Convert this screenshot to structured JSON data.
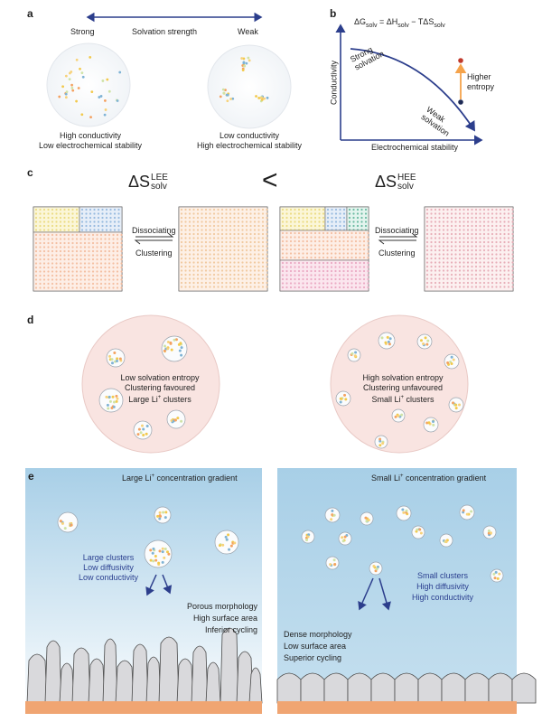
{
  "panel_a": {
    "letter": "a",
    "left_label": "Strong",
    "axis_label": "Solvation strength",
    "right_label": "Weak",
    "left_caption_1": "High conductivity",
    "left_caption_2": "Low electrochemical stability",
    "right_caption_1": "Low conductivity",
    "right_caption_2": "High electrochemical stability"
  },
  "panel_b": {
    "letter": "b",
    "equation_lhs": "ΔG",
    "equation_lhs_sub": "solv",
    "equation_mid": " = ΔH",
    "equation_mid_sub": "solv",
    "equation_rhs": "− TΔS",
    "equation_rhs_sub": "solv",
    "y_axis": "Conductivity",
    "x_axis": "Electrochemical stability",
    "strong_1": "Strong",
    "strong_2": "solvation",
    "weak_1": "Weak",
    "weak_2": "solvation",
    "entropy_1": "Higher",
    "entropy_2": "entropy"
  },
  "panel_c": {
    "letter": "c",
    "lee_main": "ΔS",
    "lee_sup": "LEE",
    "lee_sub": "solv",
    "comparator": "<",
    "hee_main": "ΔS",
    "hee_sup": "HEE",
    "hee_sub": "solv",
    "dissociating_left": "Dissociating",
    "clustering_left": "Clustering",
    "dissociating_right": "Dissociating",
    "clustering_right": "Clustering"
  },
  "panel_d": {
    "letter": "d",
    "left_1": "Low solvation entropy",
    "left_2": "Clustering favoured",
    "left_3": "Large Li",
    "left_3_sup": "+",
    "left_3_end": " clusters",
    "right_1": "High solvation entropy",
    "right_2": "Clustering unfavoured",
    "right_3": "Small Li",
    "right_3_sup": "+",
    "right_3_end": " clusters"
  },
  "panel_e": {
    "letter": "e",
    "left_title": "Large Li",
    "left_title_sup": "+",
    "left_title_end": " concentration gradient",
    "right_title": "Small Li",
    "right_title_sup": "+",
    "right_title_end": " concentration gradient",
    "left_blue_1": "Large clusters",
    "left_blue_2": "Low diffusivity",
    "left_blue_3": "Low conductivity",
    "left_black_1": "Porous morphology",
    "left_black_2": "High surface area",
    "left_black_3": "Inferior cycling",
    "right_blue_1": "Small clusters",
    "right_blue_2": "High diffusivity",
    "right_blue_3": "High conductivity",
    "right_black_1": "Dense morphology",
    "right_black_2": "Low surface area",
    "right_black_3": "Superior cycling"
  },
  "colors": {
    "arrow_blue": "#2c3e8c",
    "circle_fill": "#f9e3e0",
    "sky_top": "#a9cfe6",
    "electrode": "#f0a572",
    "dendrite": "#d9d9db",
    "orange_arrow": "#f5a34b"
  }
}
